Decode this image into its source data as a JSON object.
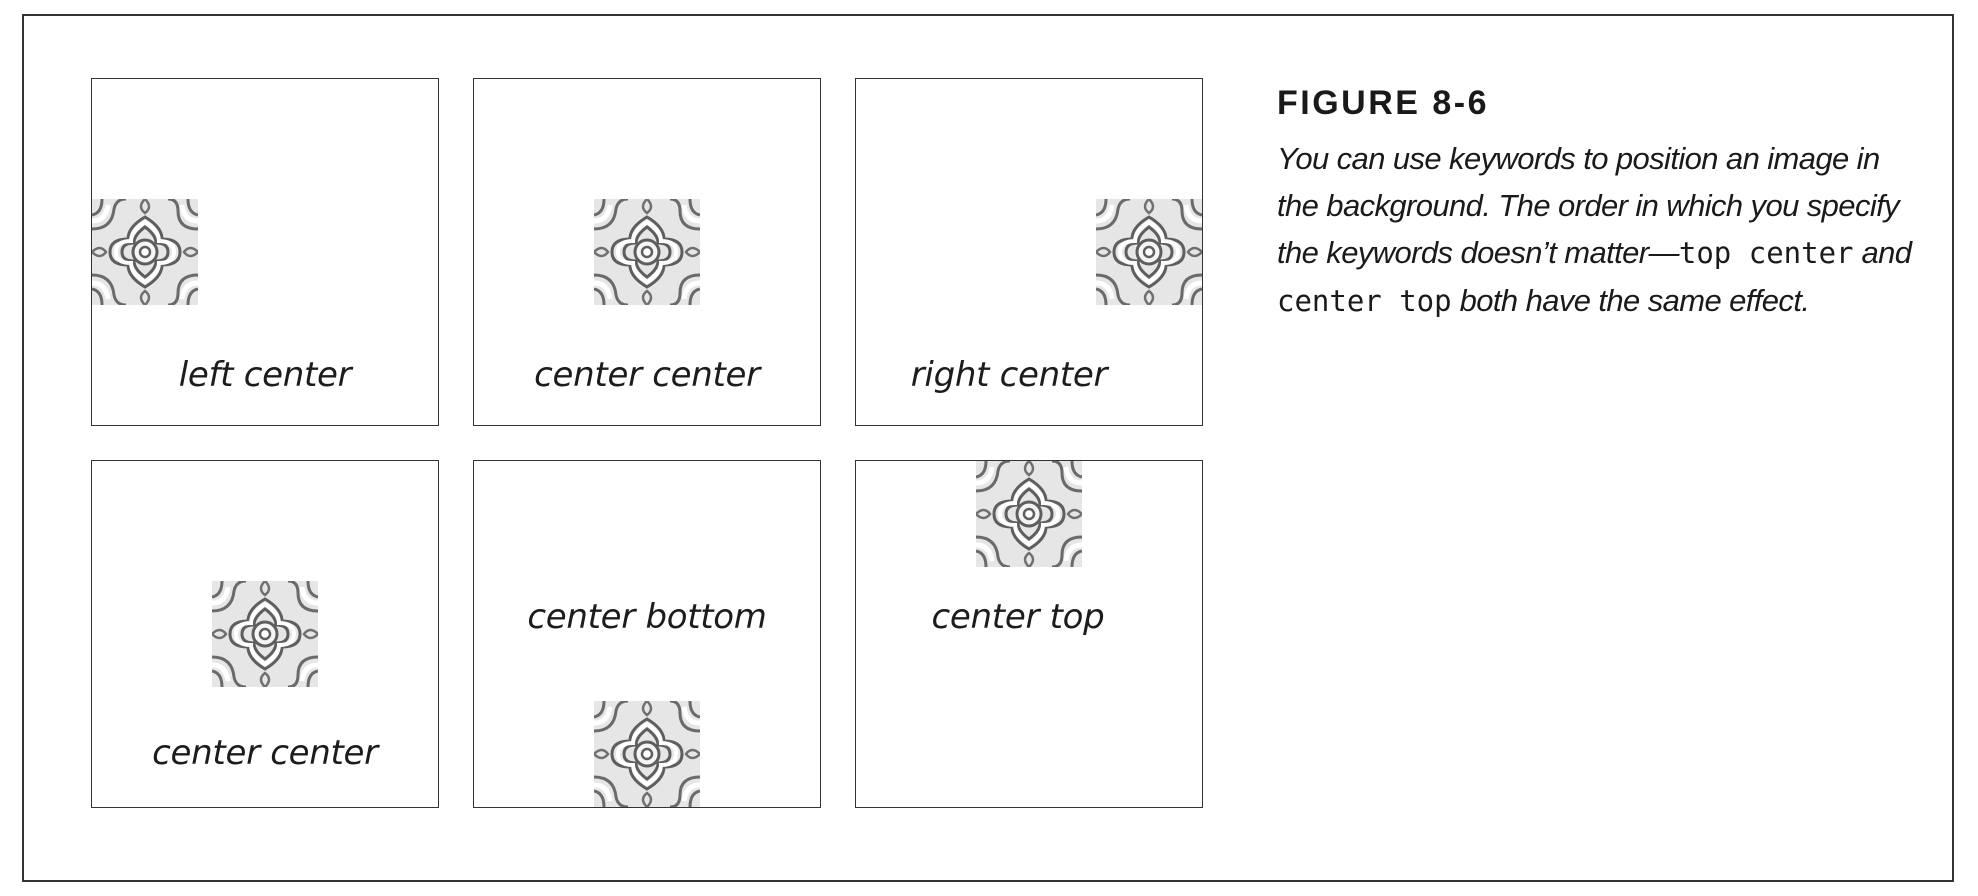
{
  "figure": {
    "title": "FIGURE 8-6",
    "caption_part1": "You can use keywords to position an image in the background. The order in which you specify the keywords doesn’t matter—",
    "code1": "top center",
    "caption_part2": " and ",
    "code2": "center top",
    "caption_part3": " both have the same effect."
  },
  "panels": [
    {
      "label": "left center"
    },
    {
      "label": "center center"
    },
    {
      "label": "right center"
    },
    {
      "label": "center center"
    },
    {
      "label": "center bottom"
    },
    {
      "label": "center top"
    }
  ],
  "colors": {
    "border": "#333333",
    "tile_light": "#f2f2f2",
    "tile_mid": "#9a9a9a",
    "tile_dark": "#5a5a5a"
  },
  "icons": {
    "tile": "ornamental-tile-icon"
  }
}
